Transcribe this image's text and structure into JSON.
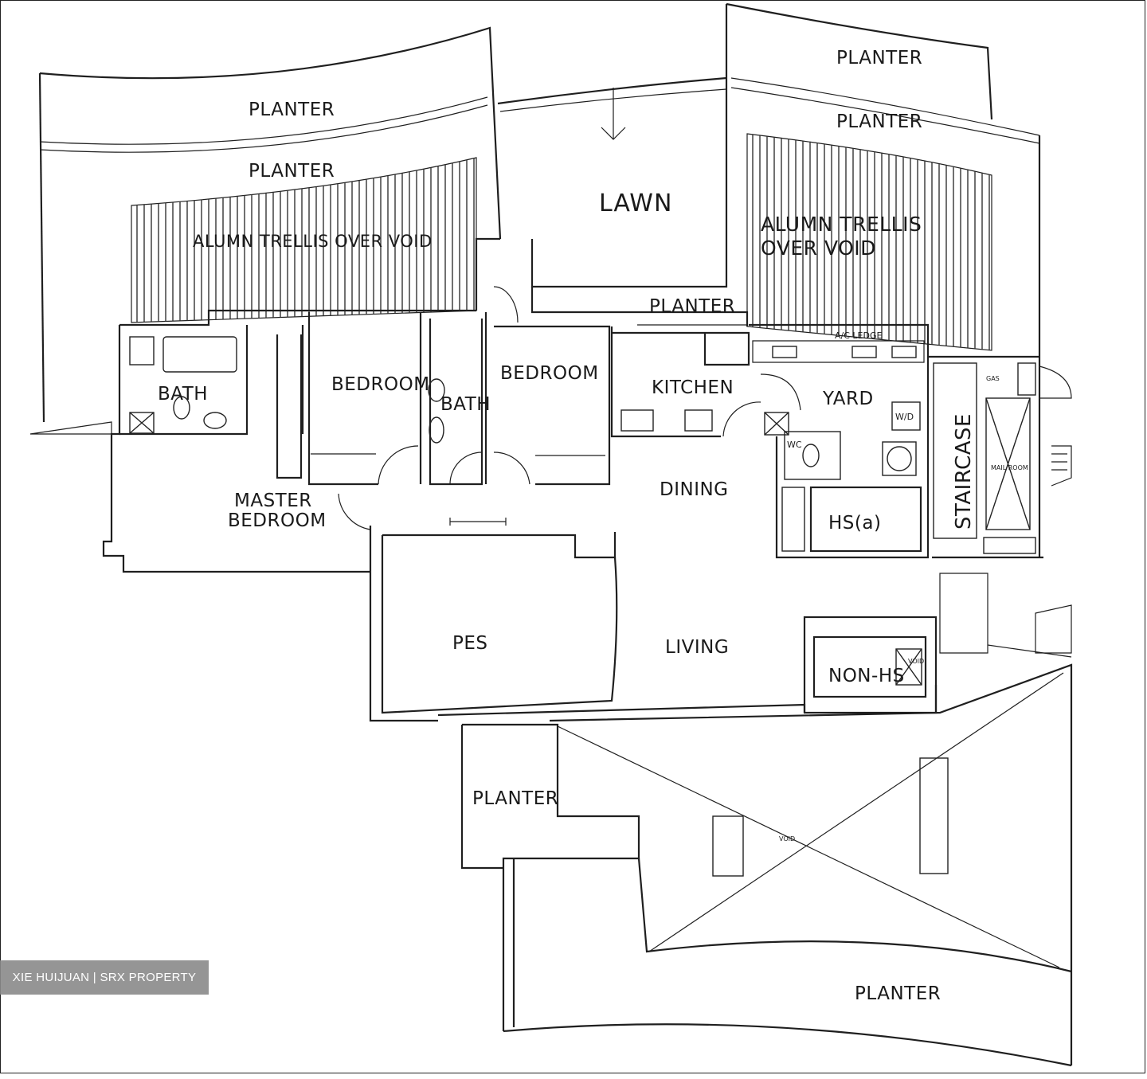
{
  "rooms": {
    "planter_top_left_outer": "PLANTER",
    "planter_top_left_inner": "PLANTER",
    "trellis_left": "ALUMN TRELLIS OVER VOID",
    "lawn": "LAWN",
    "planter_top_right_outer": "PLANTER",
    "planter_top_right_inner": "PLANTER",
    "trellis_right_line1": "ALUMN TRELLIS",
    "trellis_right_line2": "OVER VOID",
    "planter_mid": "PLANTER",
    "ac_ledge": "A/C LEDGE",
    "bath_left": "BATH",
    "bedroom_1": "BEDROOM",
    "bath_mid": "BATH",
    "bedroom_2": "BEDROOM",
    "kitchen": "KITCHEN",
    "yard": "YARD",
    "wd": "W/D",
    "wc": "WC",
    "staircase": "STAIRCASE",
    "gas": "GAS",
    "mail_room": "MAIL ROOM",
    "master_bedroom_line1": "MASTER",
    "master_bedroom_line2": "BEDROOM",
    "dining": "DINING",
    "hs": "HS(a)",
    "pes": "PES",
    "living": "LIVING",
    "non_hs": "NON-HS",
    "void_small": "VOID",
    "void_main": "VOID",
    "planter_bottom_left": "PLANTER",
    "planter_bottom": "PLANTER"
  },
  "watermark": "XIE HUIJUAN | SRX PROPERTY"
}
